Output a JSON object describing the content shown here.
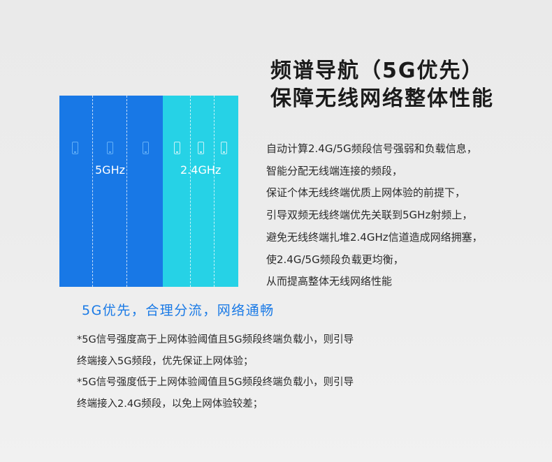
{
  "title": {
    "line1": "频谱导航（5G优先）",
    "line2": "保障无线网络整体性能"
  },
  "diagram": {
    "band_5g_label": "5GHz",
    "band_24g_label": "2.4GHz",
    "colors": {
      "band_5g": "#1878e6",
      "band_24g": "#26d2e6"
    },
    "icon": "phone-icon"
  },
  "description": [
    "自动计算2.4G/5G频段信号强弱和负载信息，",
    "智能分配无线端连接的频段，",
    "保证个体无线终端优质上网体验的前提下，",
    "引导双频无线终端优先关联到5GHz射频上，",
    "避免无线终端扎堆2.4GHz信道造成网络拥塞，",
    "使2.4G/5G频段负载更均衡，",
    "从而提高整体无线网络性能"
  ],
  "subheading": "5G优先，合理分流，网络通畅",
  "notes": [
    "*5G信号强度高于上网体验阈值且5G频段终端负载小，则引导",
    "终端接入5G频段，优先保证上网体验；",
    "*5G信号强度低于上网体验阈值且5G频段终端负载小，则引导",
    "终端接入2.4G频段，以免上网体验较差；"
  ]
}
